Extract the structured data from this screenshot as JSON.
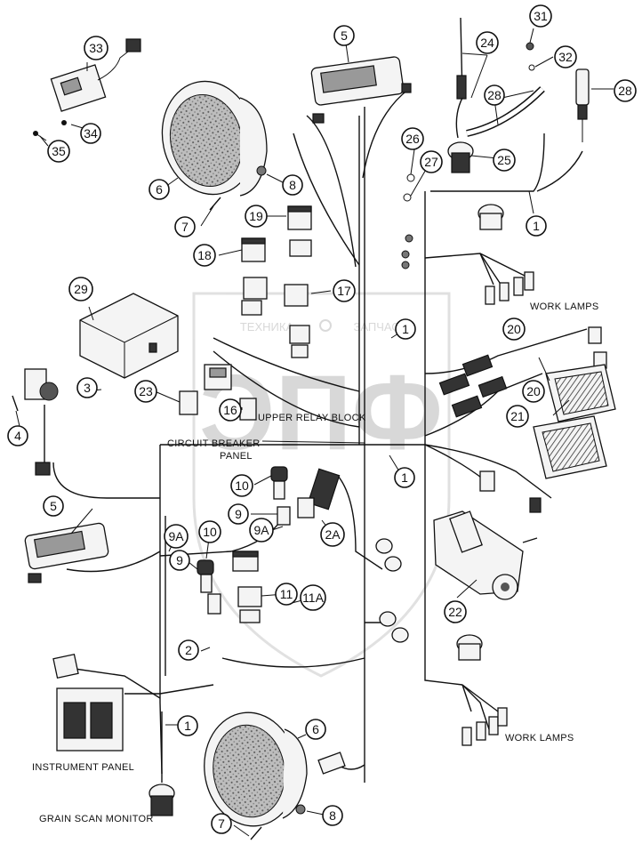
{
  "labels": {
    "work_lamps_upper": "WORK LAMPS",
    "work_lamps_lower": "WORK LAMPS",
    "upper_relay_block": "UPPER RELAY BLOCK",
    "circuit_breaker_line1": "CIRCUIT BREAKER",
    "circuit_breaker_line2": "PANEL",
    "instrument_panel": "INSTRUMENT PANEL",
    "grain_scan_monitor": "GRAIN SCAN MONITOR"
  },
  "watermark": {
    "line_left": "ТЕХНИКА",
    "line_right": "ЗАПЧАСТИ",
    "big": "ЭПФ"
  },
  "callouts": {
    "c1_a": "1",
    "c1_b": "1",
    "c1_c": "1",
    "c2": "2",
    "c2a": "2A",
    "c3": "3",
    "c4": "4",
    "c5_a": "5",
    "c5_b": "5",
    "c6_a": "6",
    "c6_b": "6",
    "c7_a": "7",
    "c7_b": "7",
    "c8_a": "8",
    "c8_b": "8",
    "c9_a": "9",
    "c9_b": "9",
    "c9a_a": "9A",
    "c9a_b": "9A",
    "c10_a": "10",
    "c10_b": "10",
    "c11": "11",
    "c11a": "11A",
    "c16": "16",
    "c17": "17",
    "c18": "18",
    "c19": "19",
    "c20_a": "20",
    "c20_b": "20",
    "c21": "21",
    "c22": "22",
    "c23": "23",
    "c24": "24",
    "c25": "25",
    "c26": "26",
    "c27": "27",
    "c28": "28",
    "c29": "29",
    "c31": "31",
    "c32": "32",
    "c33": "33",
    "c34": "34",
    "c35": "35"
  }
}
